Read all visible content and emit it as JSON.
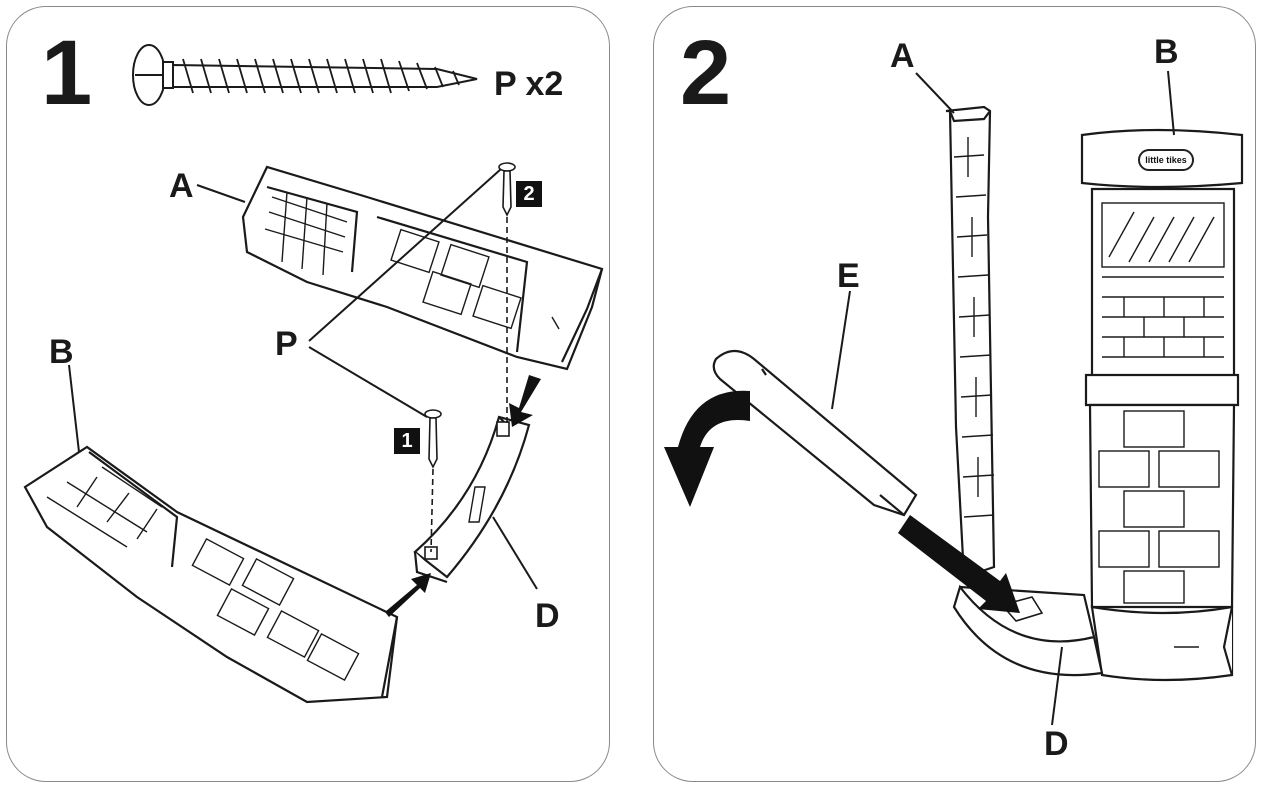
{
  "step1": {
    "number": "1",
    "screw_label": "P x2",
    "labels": {
      "A": "A",
      "B": "B",
      "P": "P",
      "D": "D"
    },
    "badges": [
      "1",
      "2"
    ]
  },
  "step2": {
    "number": "2",
    "labels": {
      "A": "A",
      "B": "B",
      "E": "E",
      "D": "D"
    },
    "logo_text": "little tikes"
  }
}
